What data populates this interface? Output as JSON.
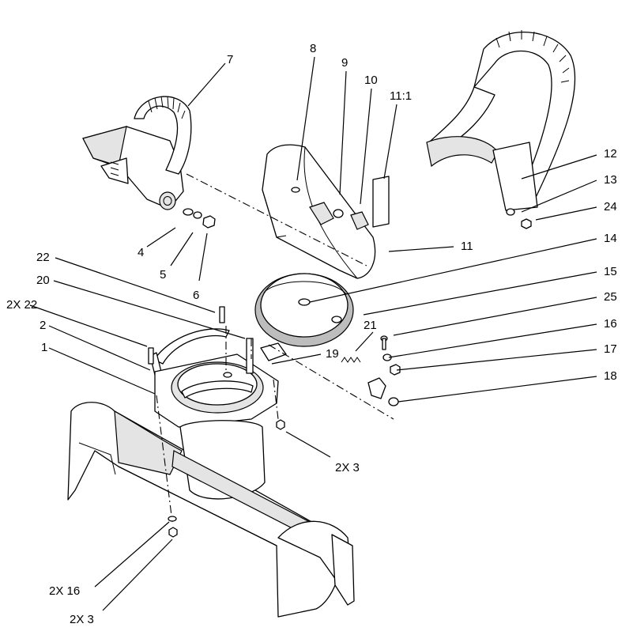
{
  "callouts": {
    "c7": "7",
    "c8": "8",
    "c9": "9",
    "c10": "10",
    "c11_1": "11:1",
    "c12": "12",
    "c13": "13",
    "c24": "24",
    "c4": "4",
    "c5": "5",
    "c6": "6",
    "c11": "11",
    "c14": "14",
    "c22": "22",
    "c15": "15",
    "c20": "20",
    "c25": "25",
    "c2x22": "2X 22",
    "c21": "21",
    "c2": "2",
    "c16": "16",
    "c1": "1",
    "c19": "19",
    "c17": "17",
    "c18": "18",
    "c2x3a": "2X 3",
    "c2x16": "2X 16",
    "c2x3b": "2X 3"
  }
}
